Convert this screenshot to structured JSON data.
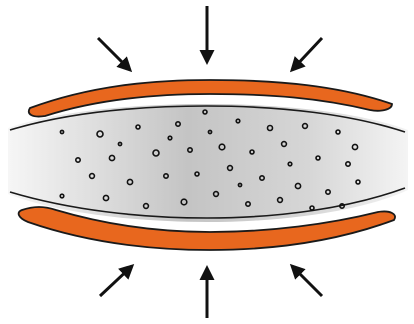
{
  "diagram": {
    "colors": {
      "background": "#ffffff",
      "crust": "#e8671e",
      "crust_edge": "#1a1a1a",
      "core_light": "#f7f7f7",
      "core_dark": "#b9b9b9",
      "pores": "#111111",
      "arrows": "#111111"
    },
    "arrows": [
      {
        "name": "arrow-top",
        "icon": "arrow-down-icon"
      },
      {
        "name": "arrow-top-left",
        "icon": "arrow-down-right-icon"
      },
      {
        "name": "arrow-top-right",
        "icon": "arrow-down-left-icon"
      },
      {
        "name": "arrow-bottom",
        "icon": "arrow-up-icon"
      },
      {
        "name": "arrow-bottom-left",
        "icon": "arrow-up-right-icon"
      },
      {
        "name": "arrow-bottom-right",
        "icon": "arrow-up-left-icon"
      }
    ]
  }
}
